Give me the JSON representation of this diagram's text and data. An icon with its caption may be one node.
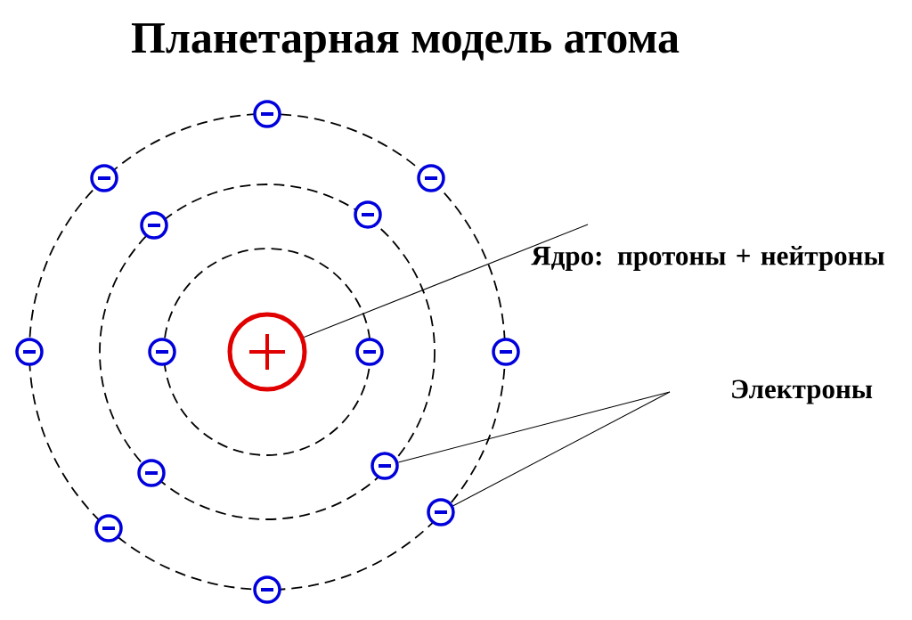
{
  "diagram": {
    "title": "Планетарная модель атома",
    "nodes": [
      {
        "text": [],
        "shape": "circle"
      },
      {
        "text": [
          "Ядро: протоны + нейтроны"
        ]
      },
      {
        "text": [
          "Электроны"
        ]
      },
      {
        "text": [],
        "shape": "circle"
      },
      {
        "text": [],
        "shape": "circle"
      }
    ],
    "edges": [
      {
        "from": 1,
        "to": 0,
        "arrow": "none"
      },
      {
        "from": 2,
        "to": 3,
        "arrow": "none"
      },
      {
        "from": 2,
        "to": 4,
        "arrow": "none"
      }
    ]
  }
}
